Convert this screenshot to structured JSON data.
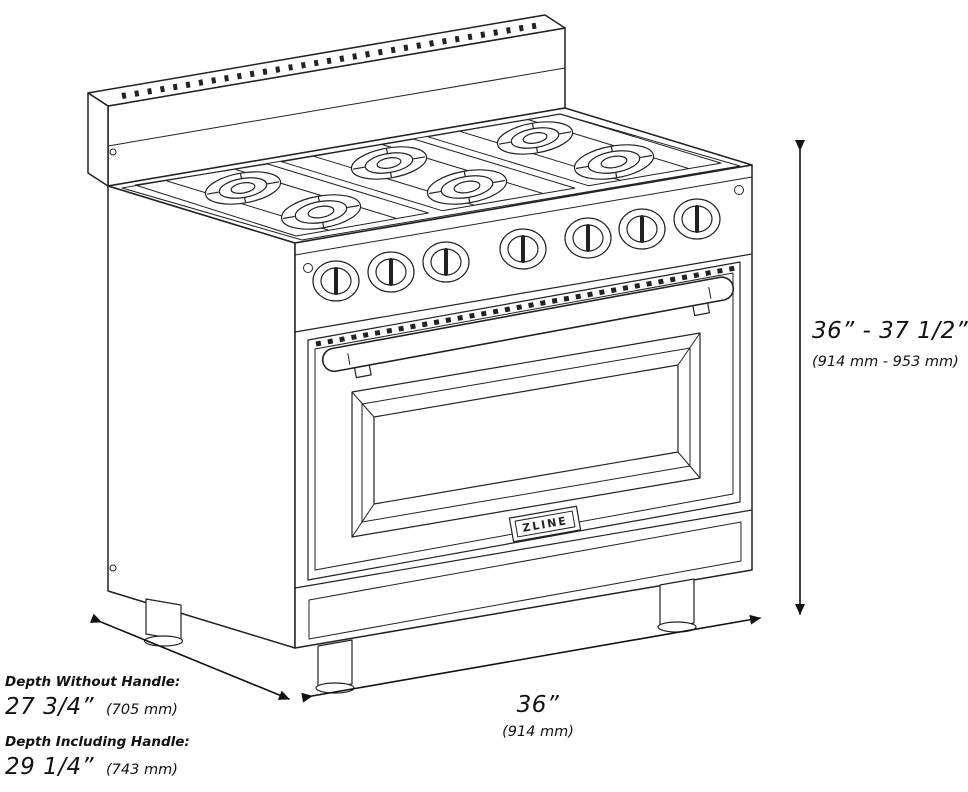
{
  "diagram": {
    "brand": "ZLINE",
    "dimensions": {
      "height": {
        "imperial": "36” - 37 1/2”",
        "metric": "(914 mm - 953 mm)"
      },
      "width": {
        "imperial": "36”",
        "metric": "(914 mm)"
      },
      "depth_without_handle": {
        "label": "Depth Without Handle:",
        "imperial": "27 3/4”",
        "metric": "(705 mm)"
      },
      "depth_including_handle": {
        "label": "Depth Including Handle:",
        "imperial": "29 1/4”",
        "metric": "(743 mm)"
      }
    }
  }
}
